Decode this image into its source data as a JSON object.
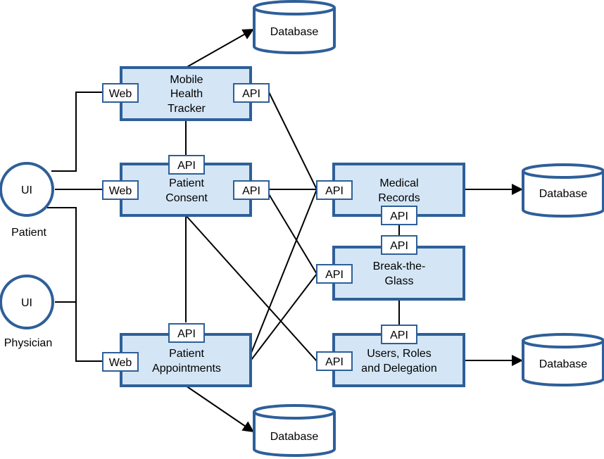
{
  "colors": {
    "box_fill": "#d4e6f5",
    "box_stroke": "#2e5f99",
    "line": "#000000",
    "background": "#ffffff"
  },
  "ui_nodes": [
    {
      "id": "patient-ui",
      "circle": "UI",
      "label": "Patient"
    },
    {
      "id": "physician-ui",
      "circle": "UI",
      "label": "Physician"
    }
  ],
  "services": [
    {
      "id": "mobile-health-tracker",
      "lines": [
        "Mobile",
        "Health",
        "Tracker"
      ]
    },
    {
      "id": "patient-consent",
      "lines": [
        "Patient",
        "Consent"
      ]
    },
    {
      "id": "patient-appointments",
      "lines": [
        "Patient",
        "Appointments"
      ]
    },
    {
      "id": "medical-records",
      "lines": [
        "Medical",
        "Records"
      ]
    },
    {
      "id": "break-the-glass",
      "lines": [
        "Break-the-",
        "Glass"
      ]
    },
    {
      "id": "users-roles-delegation",
      "lines": [
        "Users, Roles",
        "and Delegation"
      ]
    }
  ],
  "interface_labels": {
    "web": "Web",
    "api": "API"
  },
  "databases": [
    {
      "id": "db-mobile-health-tracker",
      "label": "Database"
    },
    {
      "id": "db-medical-records",
      "label": "Database"
    },
    {
      "id": "db-users-roles",
      "label": "Database"
    },
    {
      "id": "db-patient-appointments",
      "label": "Database"
    }
  ]
}
